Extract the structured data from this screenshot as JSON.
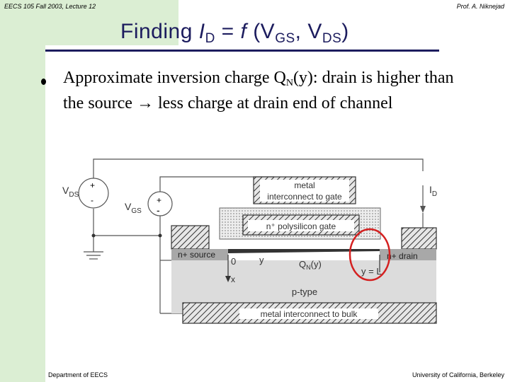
{
  "header": {
    "left": "EECS 105 Fall 2003, Lecture 12",
    "right": "Prof. A. Niknejad"
  },
  "title": {
    "prefix": "Finding ",
    "I": "I",
    "I_sub": "D",
    "mid": " = ",
    "f": "f",
    "paren_open": " (V",
    "gs_sub": "GS",
    "comma": ", V",
    "ds_sub": "DS",
    "paren_close": ")"
  },
  "bullet": {
    "text_a": "Approximate inversion charge Q",
    "q_sub": "N",
    "text_b": "(y):  drain is higher than the source ",
    "arrow": "→",
    "text_c": " less charge at drain end of channel"
  },
  "diagram": {
    "vds_label": "V",
    "vds_sub": "DS",
    "vgs_label": "V",
    "vgs_sub": "GS",
    "plus": "+",
    "minus": "-",
    "id_label": "I",
    "id_sub": "D",
    "metal_line1": "metal",
    "metal_line2": "interconnect to gate",
    "poly_gate": "n⁺ polysilicon gate",
    "source": "n+ source",
    "drain": "n+ drain",
    "zero": "0",
    "y": "y",
    "qn": "Q",
    "qn_sub": "N",
    "qn_arg": "(y)",
    "y_eq_L": "y = L",
    "x": "x",
    "ptype": "p-type",
    "bulk": "metal interconnect to bulk",
    "highlight_color": "#d42020"
  },
  "footer": {
    "left": "Department of EECS",
    "right": "University of California, Berkeley"
  }
}
